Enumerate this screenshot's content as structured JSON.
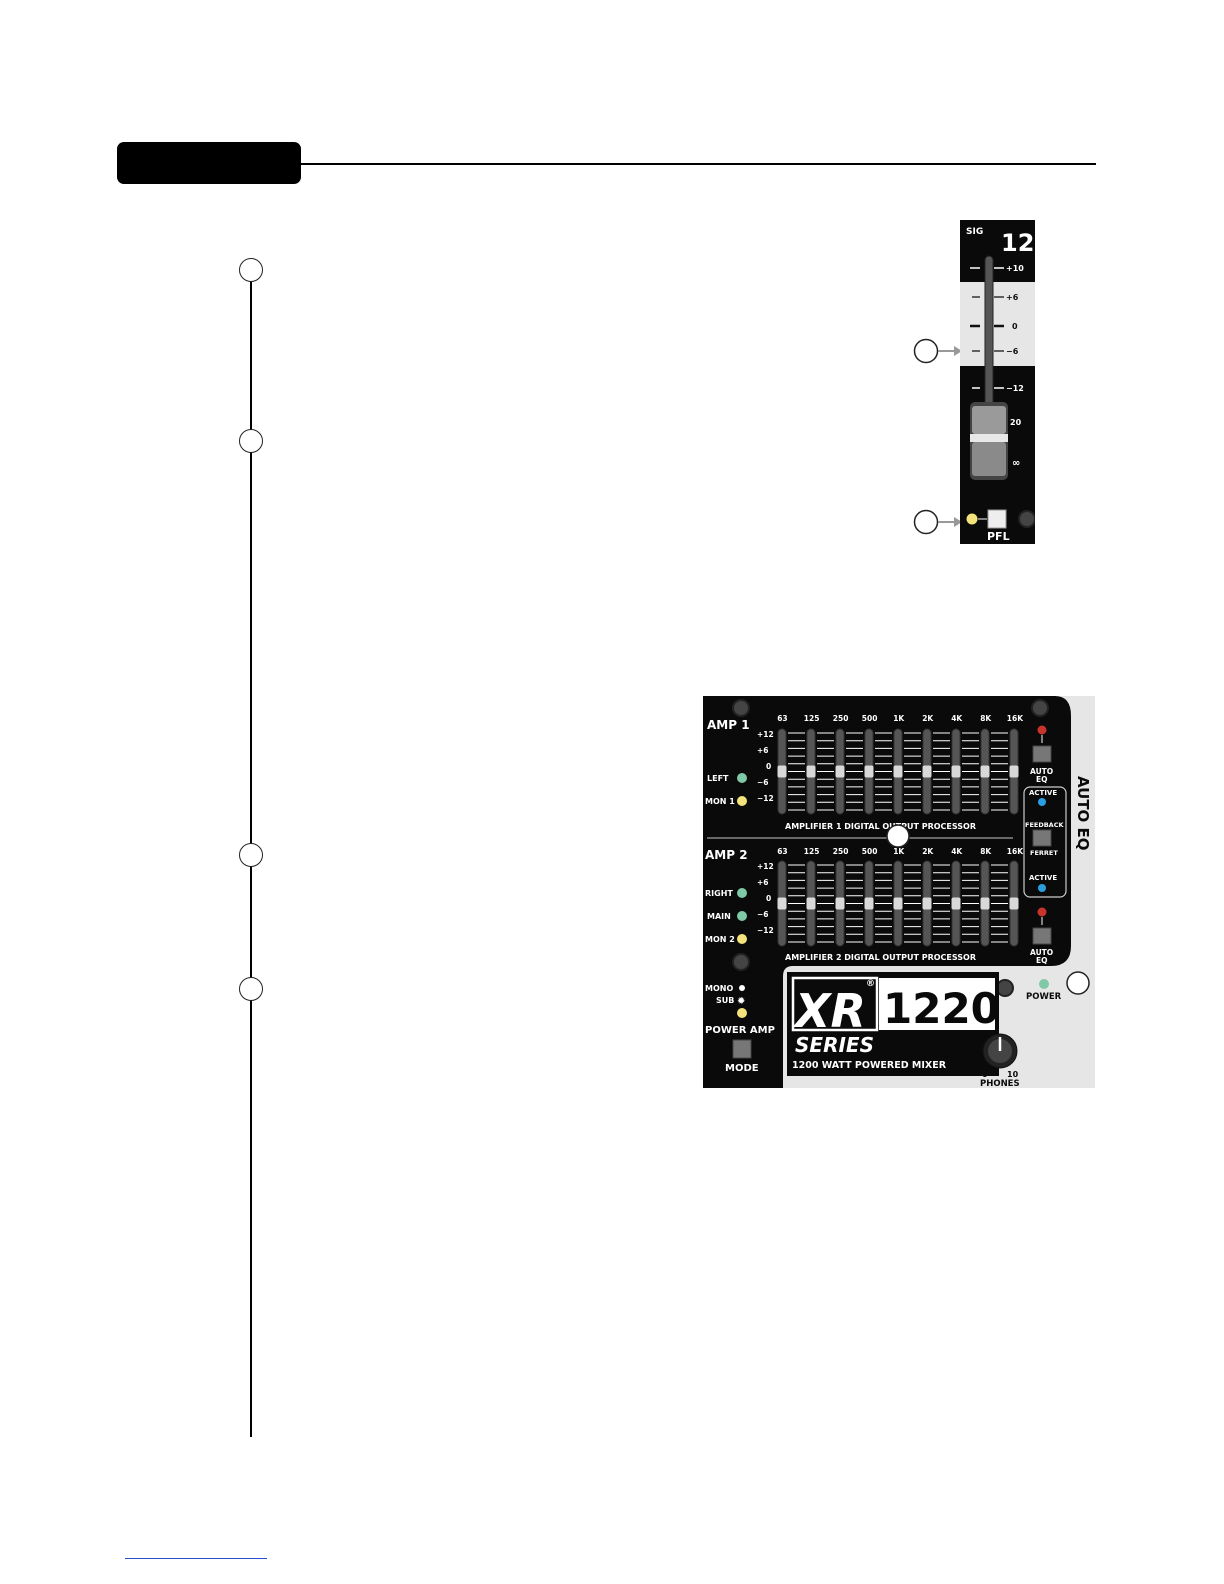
{
  "fader_panel": {
    "sig_label": "SIG",
    "channel_number": "12",
    "scale": [
      "+10",
      "+6",
      "0",
      "−6",
      "−12",
      "20",
      "∞"
    ],
    "pfl_label": "PFL"
  },
  "amp_panel": {
    "amp1": {
      "label": "AMP 1",
      "leds": [
        "LEFT",
        "MON 1"
      ],
      "title": "AMPLIFIER 1 DIGITAL OUTPUT PROCESSOR"
    },
    "amp2": {
      "label": "AMP 2",
      "leds": [
        "RIGHT",
        "MAIN",
        "MON 2"
      ],
      "title": "AMPLIFIER 2 DIGITAL OUTPUT PROCESSOR"
    },
    "bands": [
      "63",
      "125",
      "250",
      "500",
      "1K",
      "2K",
      "4K",
      "8K",
      "16K"
    ],
    "gain_scale": [
      "+12",
      "+6",
      "0",
      "−6",
      "−12"
    ],
    "auto_eq": {
      "side_title": "AUTO EQ",
      "button_label_1": "AUTO",
      "button_label_2": "EQ",
      "active_label": "ACTIVE",
      "feedback_label": "FEEDBACK",
      "ferret_label": "FERRET"
    },
    "mode": {
      "mono_label": "MONO",
      "sub_label": "SUB",
      "power_amp_label": "POWER AMP",
      "mode_label": "MODE"
    },
    "power_label": "POWER",
    "brand": {
      "xr": "XR",
      "registered": "®",
      "model": "1220",
      "series": "SERIES",
      "tagline": "1200 WATT POWERED MIXER"
    },
    "phones": {
      "min": "0",
      "max": "10",
      "label": "PHONES"
    }
  },
  "colors": {
    "panel_black": "#0a0a0a",
    "panel_grey": "#e6e6e6",
    "led_green": "#7fc9a6",
    "led_yellow": "#f3e37a",
    "led_blue": "#2a9fe0",
    "led_red": "#c8342c",
    "footer_link": "#2a4fd0"
  }
}
